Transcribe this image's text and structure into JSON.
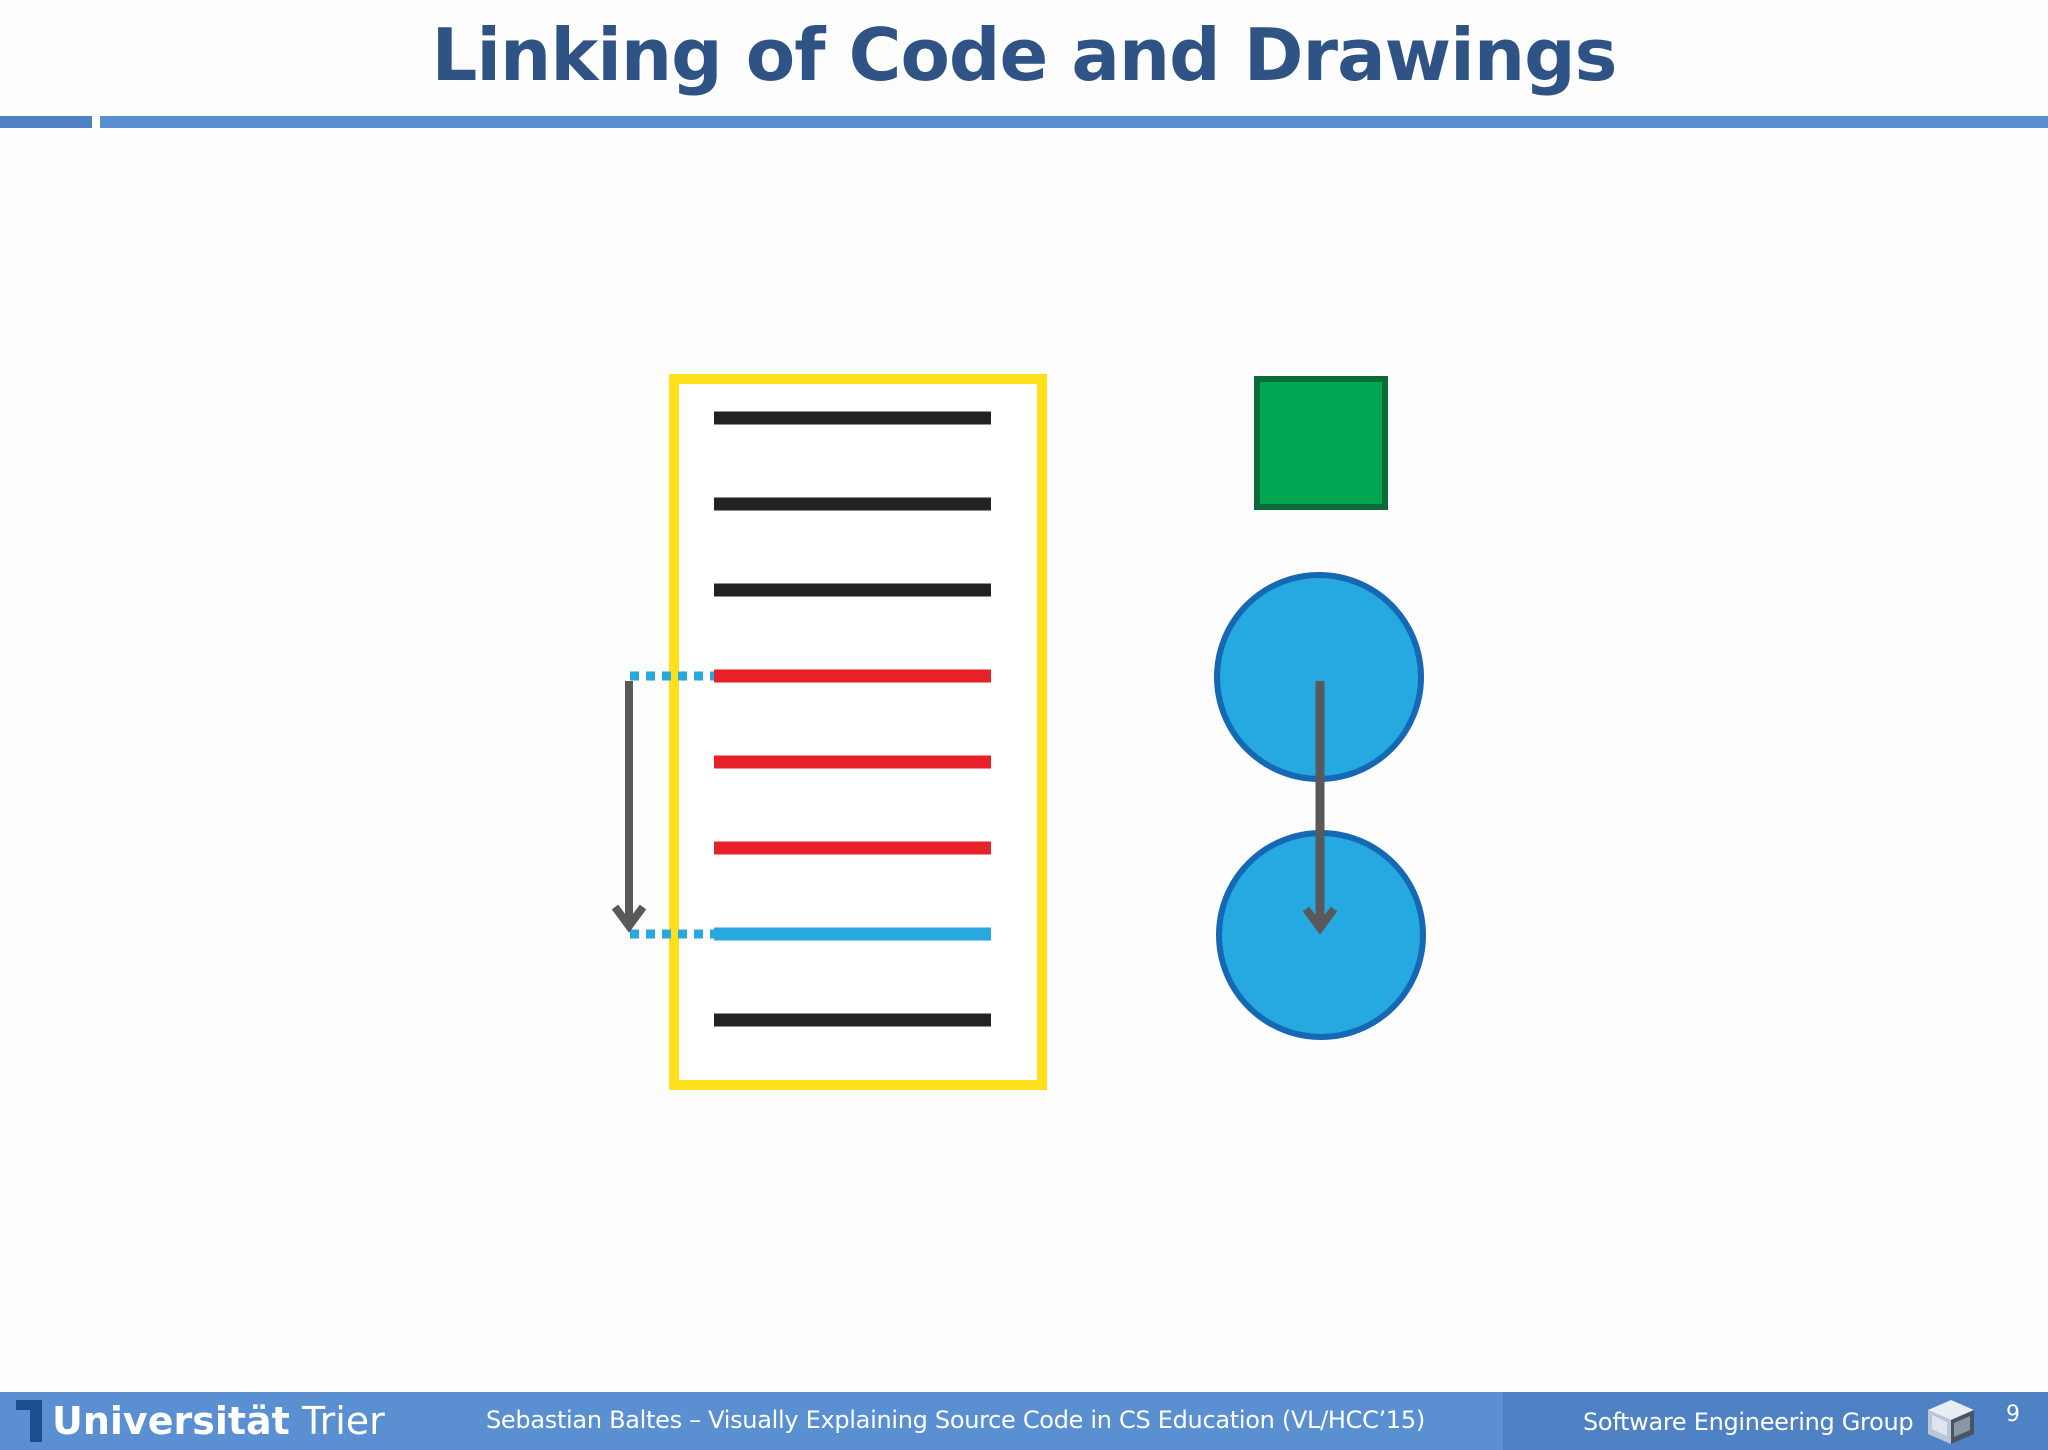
{
  "slide": {
    "title": "Linking of Code and Drawings"
  },
  "diagram": {
    "code_lines": [
      {
        "color": "#222222"
      },
      {
        "color": "#222222"
      },
      {
        "color": "#222222"
      },
      {
        "color": "#e8202a"
      },
      {
        "color": "#e8202a"
      },
      {
        "color": "#e8202a"
      },
      {
        "color": "#29a8e0"
      },
      {
        "color": "#222222"
      }
    ],
    "code_box_color": "#fde01a",
    "link_line_color": "#29a8e0",
    "jump_arrow_color": "#59595b",
    "drawing": {
      "square": {
        "fill": "#00a651",
        "stroke": "#0a6b36"
      },
      "circles": {
        "fill": "#26a9e1",
        "stroke": "#1468b4"
      },
      "arrow_color": "#59595b"
    }
  },
  "footer": {
    "university_bold": "Universität",
    "university_regular": "Trier",
    "talk": "Sebastian Baltes – Visually Explaining Source Code in CS Education (VL/HCC’15)",
    "group": "Software Engineering Group",
    "page": "9",
    "colors": {
      "bar": "#5a8fd2",
      "bar_right": "#4f82c4"
    }
  }
}
